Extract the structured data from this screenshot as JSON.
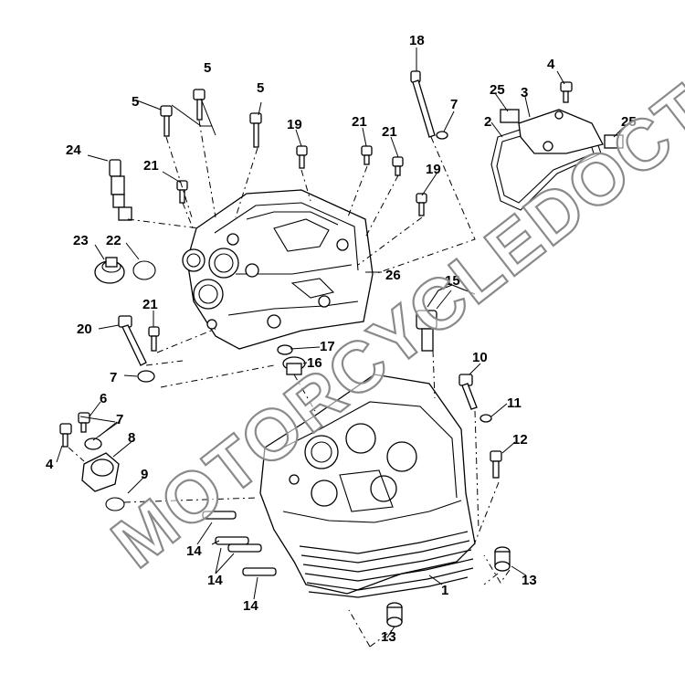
{
  "diagram": {
    "watermark": "MOTORCYCLEDOCTOR",
    "callouts": [
      {
        "id": "c18",
        "text": "18"
      },
      {
        "id": "c5a",
        "text": "5"
      },
      {
        "id": "c5b",
        "text": "5"
      },
      {
        "id": "c5c",
        "text": "5"
      },
      {
        "id": "c4a",
        "text": "4"
      },
      {
        "id": "c25a",
        "text": "25"
      },
      {
        "id": "c3",
        "text": "3"
      },
      {
        "id": "c7a",
        "text": "7"
      },
      {
        "id": "c2",
        "text": "2"
      },
      {
        "id": "c25b",
        "text": "25"
      },
      {
        "id": "c19a",
        "text": "19"
      },
      {
        "id": "c21a",
        "text": "21"
      },
      {
        "id": "c21b",
        "text": "21"
      },
      {
        "id": "c24",
        "text": "24"
      },
      {
        "id": "c21c",
        "text": "21"
      },
      {
        "id": "c19b",
        "text": "19"
      },
      {
        "id": "c23",
        "text": "23"
      },
      {
        "id": "c22",
        "text": "22"
      },
      {
        "id": "c26",
        "text": "26"
      },
      {
        "id": "c15",
        "text": "15"
      },
      {
        "id": "c21d",
        "text": "21"
      },
      {
        "id": "c20",
        "text": "20"
      },
      {
        "id": "c17",
        "text": "17"
      },
      {
        "id": "c16",
        "text": "16"
      },
      {
        "id": "c7b",
        "text": "7"
      },
      {
        "id": "c10",
        "text": "10"
      },
      {
        "id": "c6",
        "text": "6"
      },
      {
        "id": "c11",
        "text": "11"
      },
      {
        "id": "c7c",
        "text": "7"
      },
      {
        "id": "c8",
        "text": "8"
      },
      {
        "id": "c12",
        "text": "12"
      },
      {
        "id": "c4b",
        "text": "4"
      },
      {
        "id": "c9",
        "text": "9"
      },
      {
        "id": "c14a",
        "text": "14"
      },
      {
        "id": "c14b",
        "text": "14"
      },
      {
        "id": "c13a",
        "text": "13"
      },
      {
        "id": "c1",
        "text": "1"
      },
      {
        "id": "c14c",
        "text": "14"
      },
      {
        "id": "c13b",
        "text": "13"
      }
    ]
  }
}
